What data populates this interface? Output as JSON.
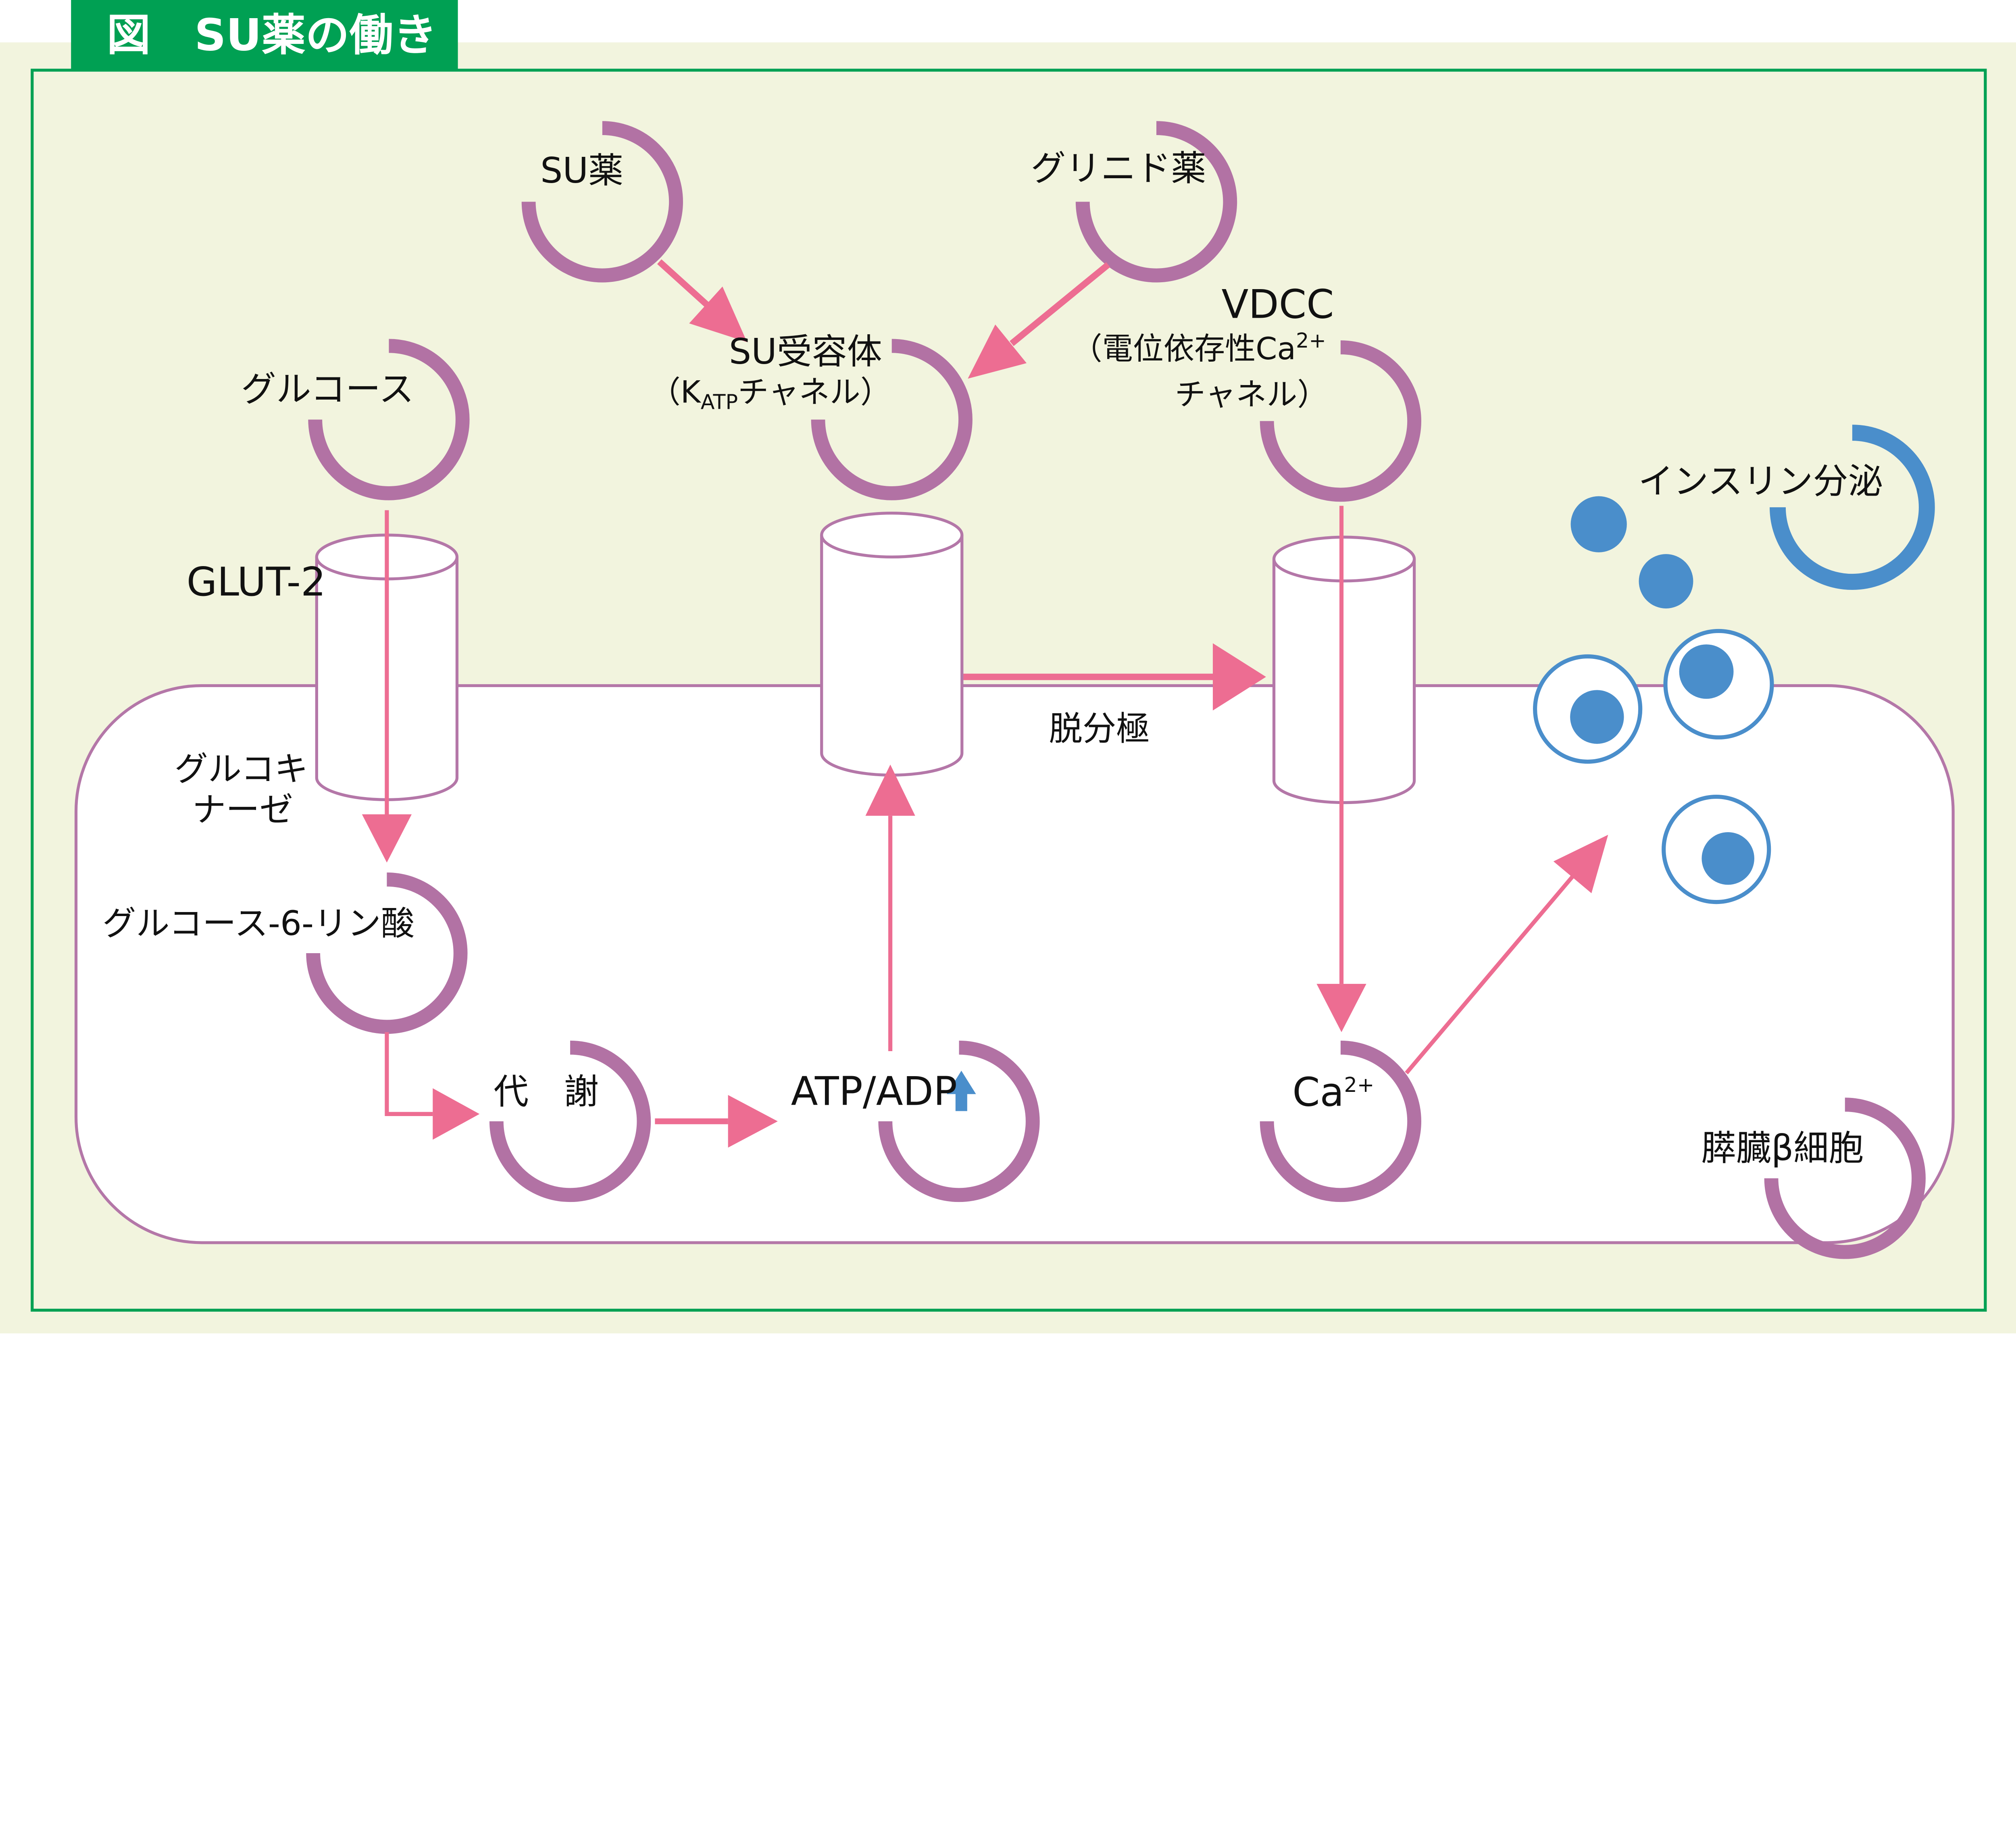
{
  "figure": {
    "title": "図　SU薬の働き",
    "labels": {
      "su_drug": "SU薬",
      "glinide_drug": "グリニド薬",
      "glucose": "グルコース",
      "su_receptor_line1": "SU受容体",
      "su_receptor_l2_pre": "（K",
      "su_receptor_l2_sub": "ATP",
      "su_receptor_l2_post": "チャネル）",
      "vdcc_line1": "VDCC",
      "vdcc_l2_pre": "（電位依存性Ca",
      "vdcc_l2_sup": "2+",
      "vdcc_line3": "チャネル）",
      "glut2": "GLUT-2",
      "glucokinase_l1": "グルコキ",
      "glucokinase_l2": "ナーゼ",
      "g6p": "グルコース-6-リン酸",
      "metabolism": "代　謝",
      "atp_adp": "ATP/ADP",
      "depolarization": "脱分極",
      "ca_base": "Ca",
      "ca_sup": "2+",
      "insulin_secretion": "インスリン分泌",
      "beta_cell": "膵臓β細胞"
    },
    "colors": {
      "page_background": "#f2f4de",
      "frame_green": "#00a053",
      "ring_mauve": "#b272a4",
      "membrane_mauve": "#b477a8",
      "arrow_pink": "#ed6d92",
      "insulin_blue": "#4a8ecb",
      "label_text": "#111111",
      "title_text": "#ffffff",
      "cell_fill": "#ffffff"
    }
  }
}
